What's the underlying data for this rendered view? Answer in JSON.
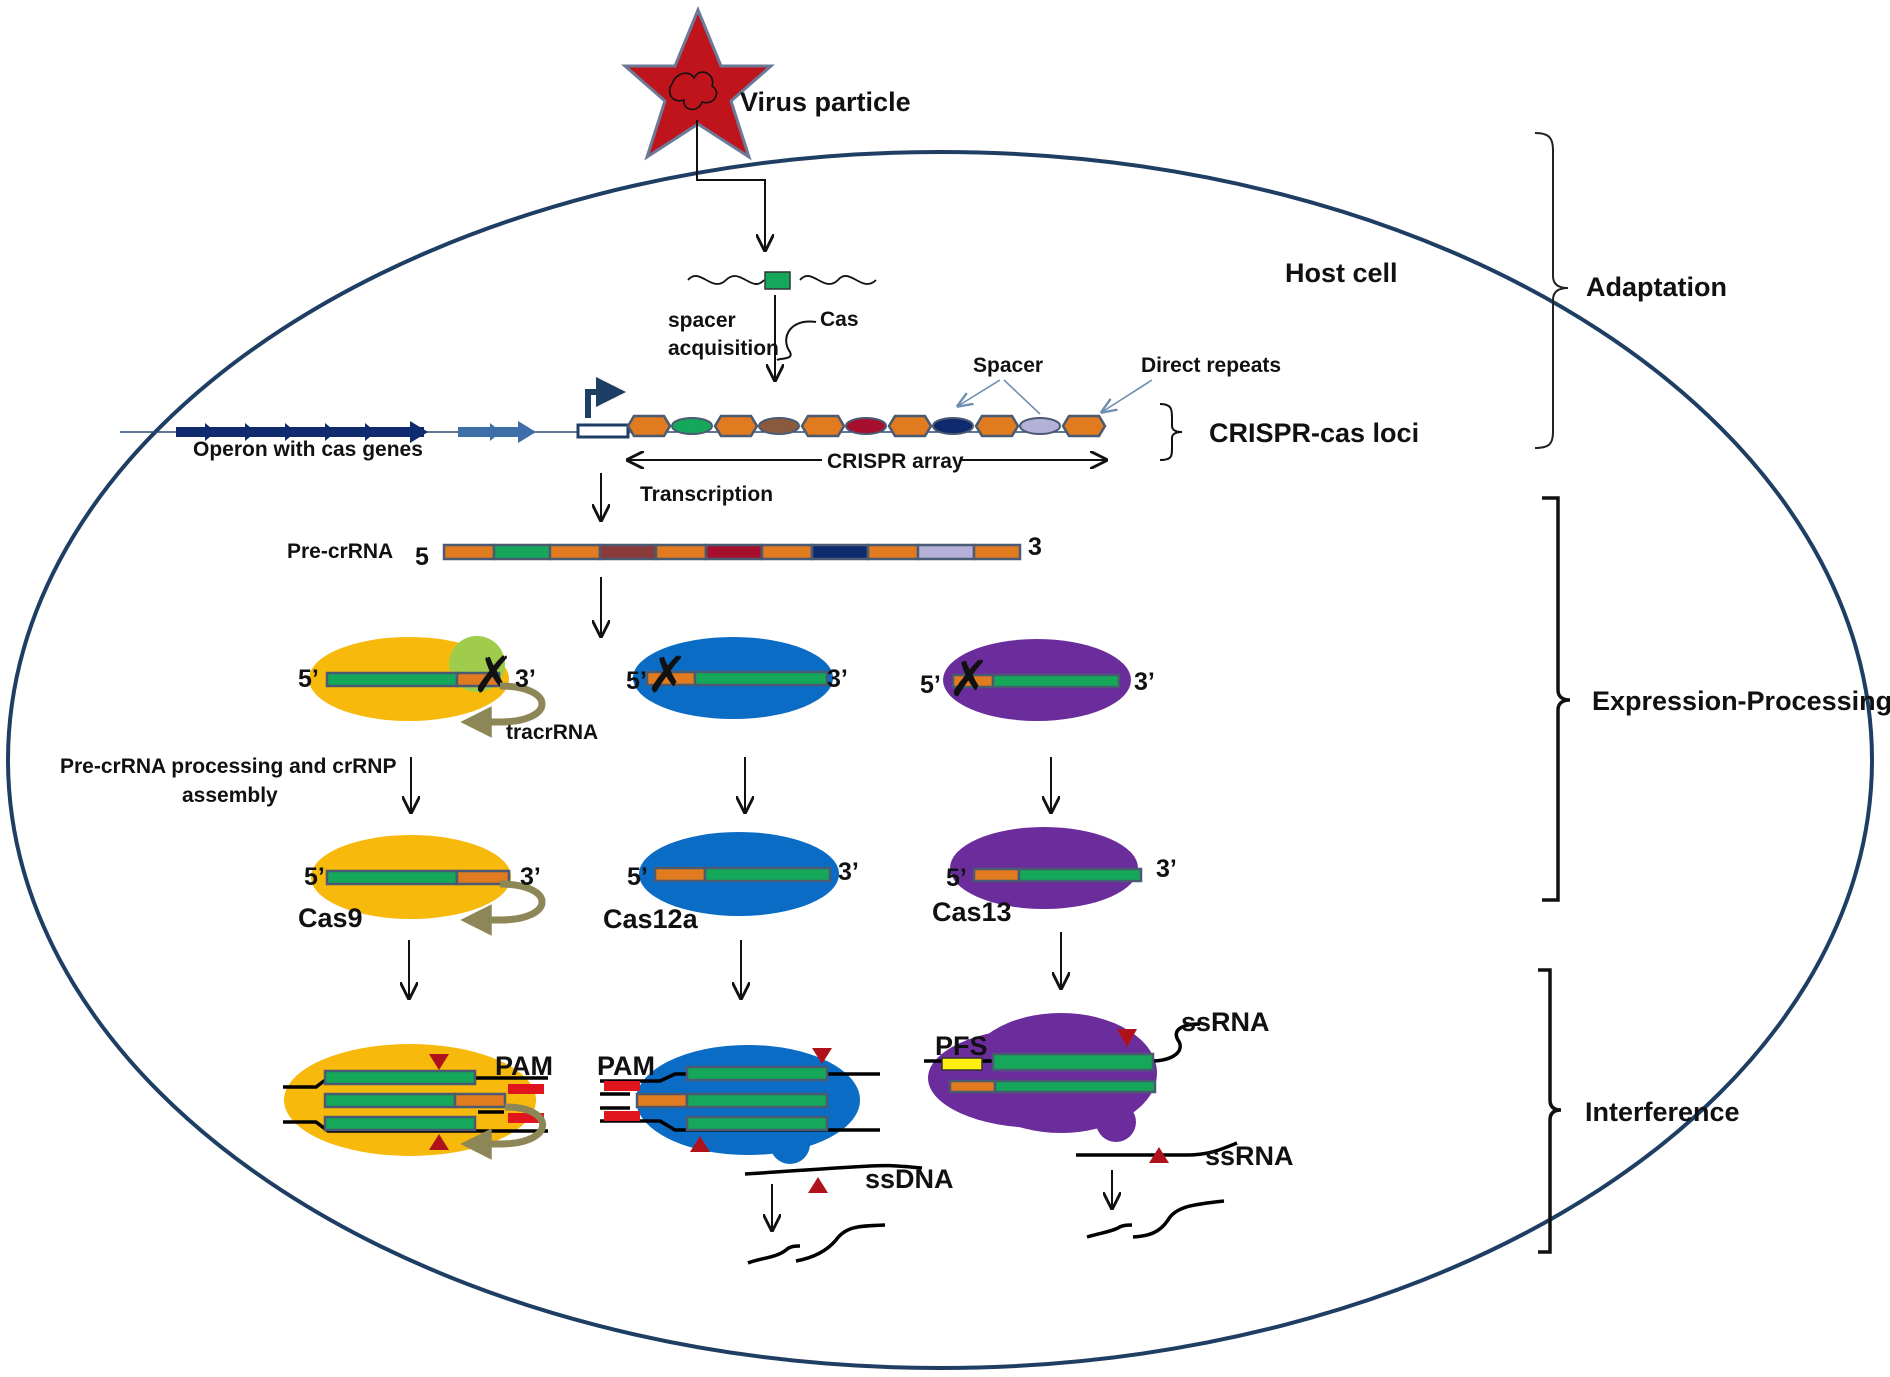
{
  "labels": {
    "virus_particle": "Virus particle",
    "host_cell": "Host cell",
    "spacer_acquisition_1": "spacer",
    "spacer_acquisition_2": "acquisition",
    "cas": "Cas",
    "spacer": "Spacer",
    "direct_repeats": "Direct repeats",
    "crispr_cas_loci": "CRISPR-cas loci",
    "operon": "Operon with cas genes",
    "crispr_array": "CRISPR array",
    "transcription": "Transcription",
    "pre_crrna": "Pre-crRNA",
    "end5": "5",
    "end3": "3",
    "prime5": "5’",
    "prime3": "3’",
    "tracrrna": "tracrRNA",
    "processing_1": "Pre-crRNA processing and crRNP",
    "processing_2": "assembly",
    "cas9": "Cas9",
    "cas12a": "Cas12a",
    "cas13": "Cas13",
    "pam": "PAM",
    "pfs": "PFS",
    "ssrna": "ssRNA",
    "ssdna": "ssDNA"
  },
  "stages": {
    "adaptation": "Adaptation",
    "expression_processing": "Expression-Processing",
    "interference": "Interference"
  },
  "colors": {
    "star": "#c0141c",
    "cell_border": "#1f3e63",
    "repeat": "#e07b1f",
    "spacer_green": "#15a85a",
    "spacer_brown": "#8b5a3c",
    "spacer_red": "#a6102e",
    "spacer_navy": "#0f2a6e",
    "spacer_lavender": "#b4b0d8",
    "cas9": "#f7b90c",
    "cas12a": "#0a6cc4",
    "cas13": "#6b2d9c",
    "tracr": "#8d8656",
    "cut_site": "#b0121b",
    "pam_red": "#e1151d",
    "pfs_yellow": "#ffee10"
  }
}
